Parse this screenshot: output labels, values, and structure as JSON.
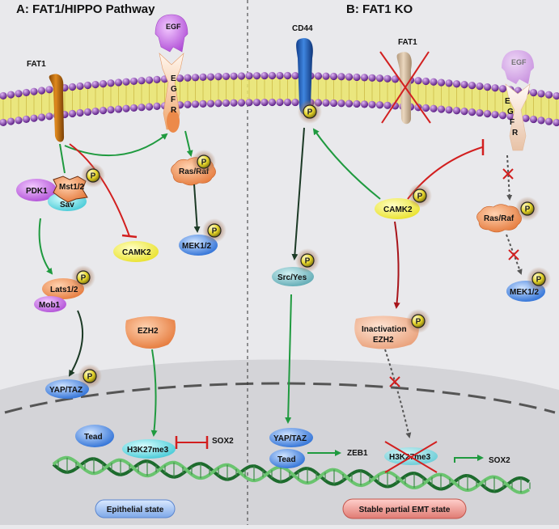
{
  "panels": {
    "left_title": "A: FAT1/HIPPO Pathway",
    "right_title": "B: FAT1 KO"
  },
  "labels": {
    "fat1_left": "FAT1",
    "egf": "EGF",
    "egfr_letters": [
      "E",
      "G",
      "F",
      "R"
    ],
    "pdk1": "PDK1",
    "mst": "Mst1/2",
    "sav": "Sav",
    "ras_raf": "Ras/Raf",
    "mek": "MEK1/2",
    "camk2": "CAMK2",
    "lats": "Lats1/2",
    "mob1": "Mob1",
    "ezh2": "EZH2",
    "yap_taz": "YAP/TAZ",
    "tead": "Tead",
    "h3k27me3": "H3K27me3",
    "sox2": "SOX2",
    "cd44": "CD44",
    "fat1_right": "FAT1",
    "src_yes": "Src/Yes",
    "inactivation": "Inactivation",
    "zeb1": "ZEB1",
    "p": "P"
  },
  "states": {
    "left": "Epithelial state",
    "right": "Stable partial EMT state"
  },
  "colors": {
    "membrane_head": "#7b3aa1",
    "membrane_tail": "#e8e36a",
    "inhibit": "#d21f1f",
    "activate": "#1f9a3f",
    "nucleus": "#d4d4d8"
  }
}
